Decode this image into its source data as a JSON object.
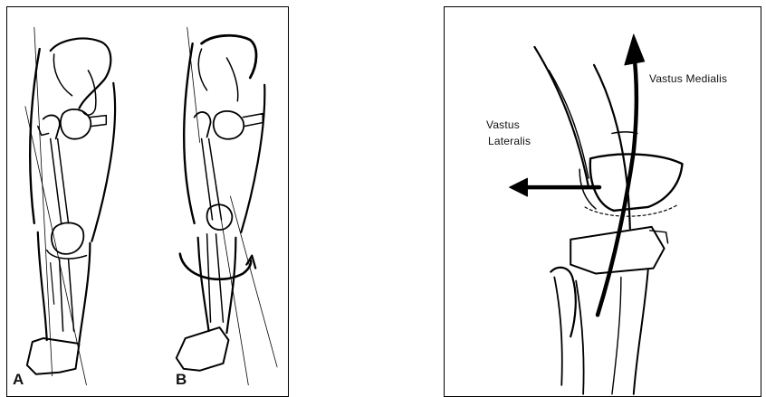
{
  "left_figure": {
    "label_a": "A",
    "label_b": "B"
  },
  "right_figure": {
    "vastus_medialis": "Vastus Medialis",
    "vastus_lateralis_line1": "Vastus",
    "vastus_lateralis_line2": "Lateralis"
  },
  "colors": {
    "ink": "#000000",
    "background": "#ffffff"
  }
}
